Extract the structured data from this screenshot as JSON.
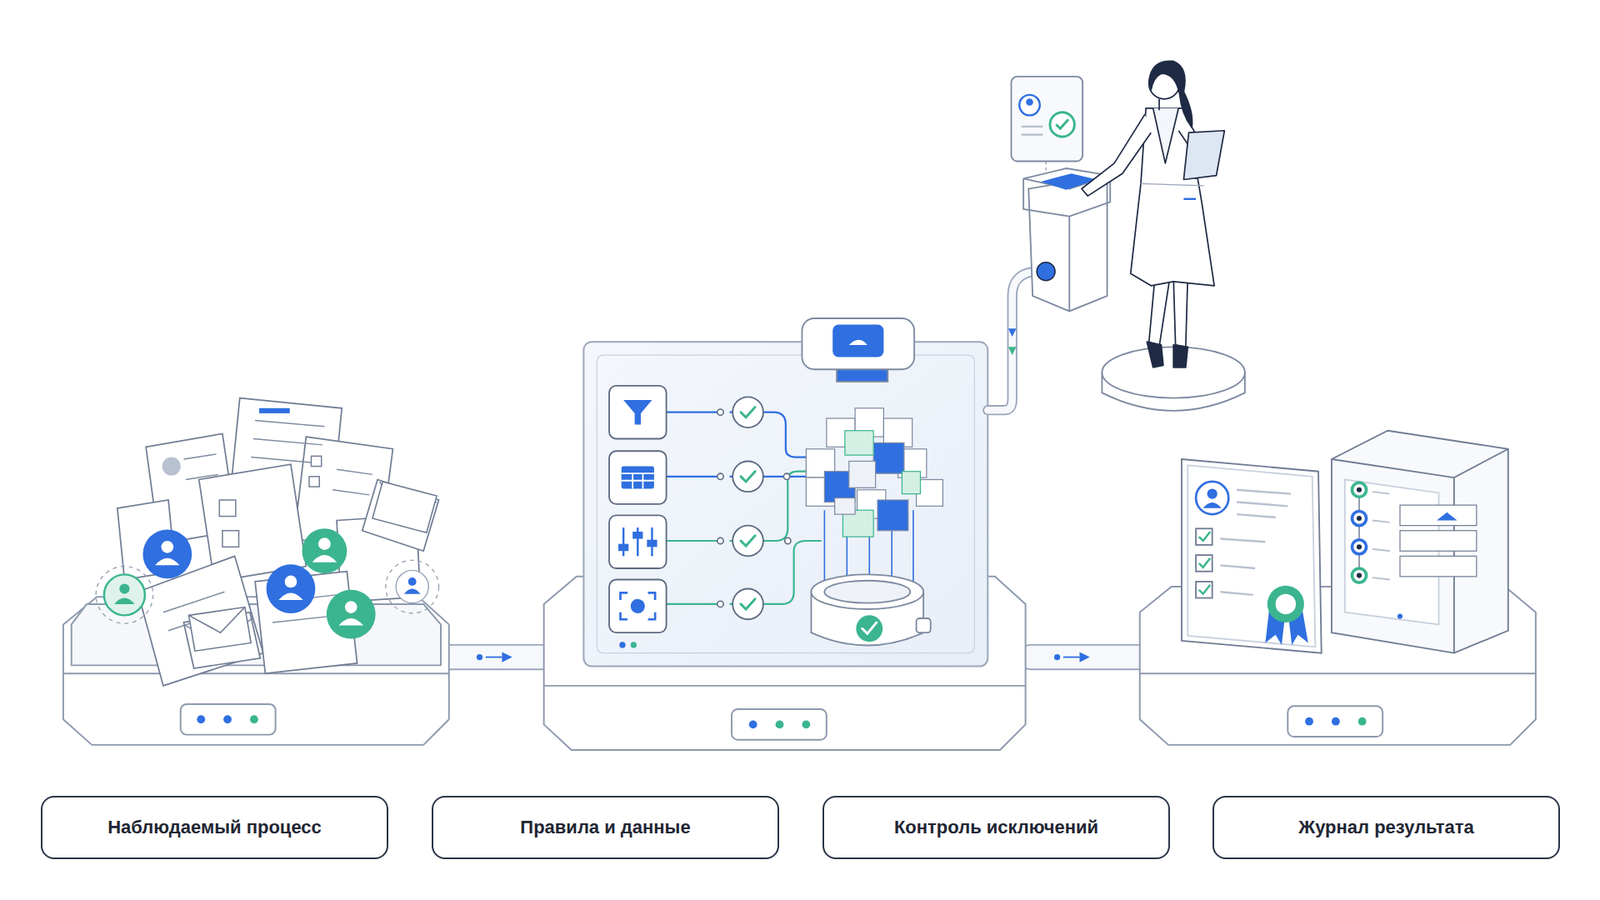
{
  "diagram": {
    "nodes": [
      {
        "text": [
          "Наблюдаемый процесс"
        ]
      },
      {
        "text": [
          "Правила и данные"
        ]
      },
      {
        "text": [
          "Контроль исключений"
        ]
      },
      {
        "text": [
          "Журнал результата"
        ]
      }
    ]
  }
}
